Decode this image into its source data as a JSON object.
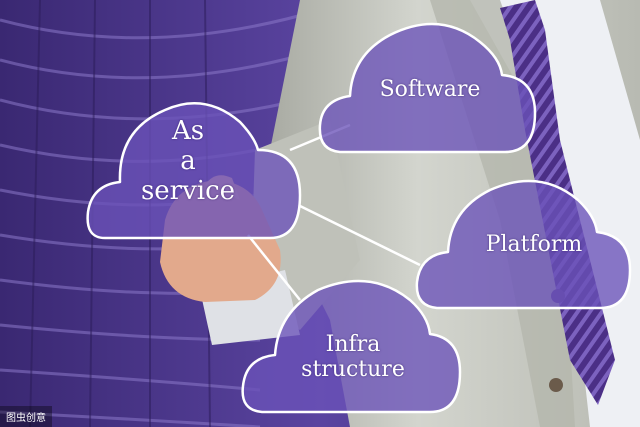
{
  "clouds": {
    "center": {
      "line1": "As",
      "line2": "a",
      "line3": "service"
    },
    "software": {
      "label": "Software"
    },
    "platform": {
      "label": "Platform"
    },
    "infra": {
      "line1": "Infra",
      "line2": "structure"
    }
  },
  "watermark": {
    "text": "图虫创意"
  },
  "colors": {
    "building": "#4a3488",
    "cloud_fill": "#6a52b8",
    "cloud_stroke": "#ffffff",
    "suit": "#c9cbc4",
    "tie": "#4b2f86"
  }
}
